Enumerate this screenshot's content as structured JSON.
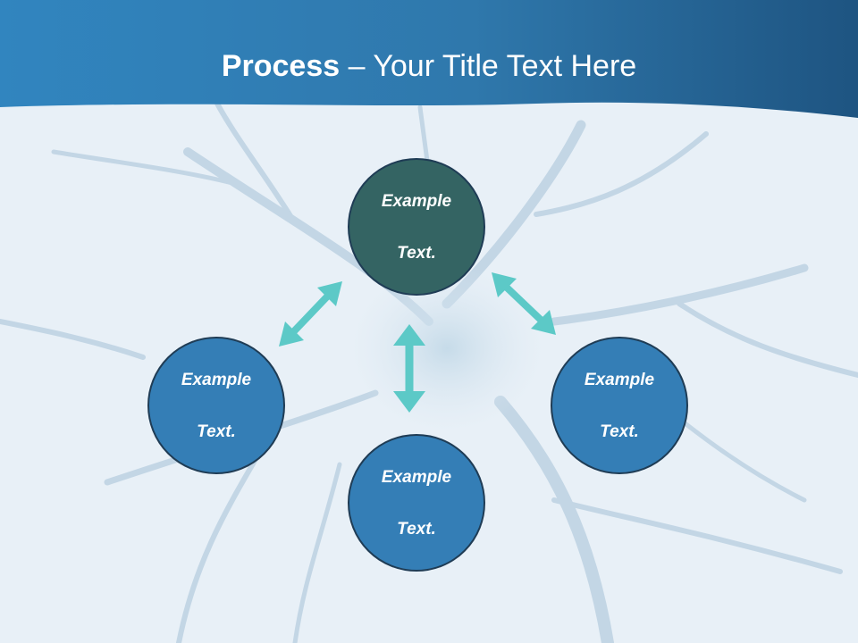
{
  "slide": {
    "title_bold": "Process",
    "title_rest": " – Your Title Text Here"
  },
  "diagram": {
    "nodes": [
      {
        "id": "top",
        "line1": "Example",
        "line2": "Text."
      },
      {
        "id": "left",
        "line1": "Example",
        "line2": "Text."
      },
      {
        "id": "bottom",
        "line1": "Example",
        "line2": "Text."
      },
      {
        "id": "right",
        "line1": "Example",
        "line2": "Text."
      }
    ],
    "colors": {
      "center_fill": "#346463",
      "outer_fill": "#347eb6",
      "border": "#1f3c55",
      "arrow": "#5cc9c7",
      "header": "#2c6f9f"
    }
  }
}
